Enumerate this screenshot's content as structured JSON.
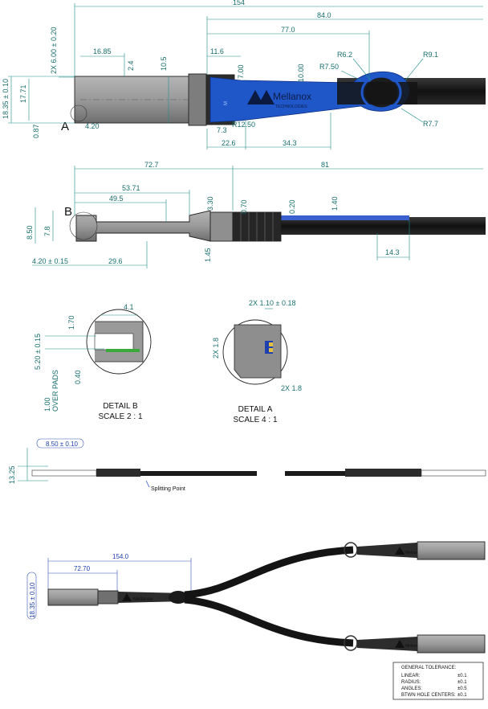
{
  "top_view": {
    "dims": {
      "overall": "154",
      "d84": "84.0",
      "d77": "77.0",
      "pitch": "2X 6.00 ± 0.20",
      "d16_85": "16.85",
      "d2_4": "2.4",
      "d10_5": "10.5",
      "d11_6": "11.6",
      "d7_00": "7.00",
      "d10_00": "10.00",
      "r6_2": "R6.2",
      "r9_1": "R9.1",
      "r7_50": "R7.50",
      "height": "18.35 ± 0.10",
      "d17_71": "17.71",
      "d0_87": "0.87",
      "d4_20": "4.20",
      "d7_3": "7.3",
      "r12_50": "R12.50",
      "r7_7": "R7.7",
      "d22_6": "22.6",
      "d34_3": "34.3"
    },
    "detail_label": "A"
  },
  "side_view": {
    "dims": {
      "d72_7": "72.7",
      "d81": "81",
      "d53_71": "53.71",
      "d49_5": "49.5",
      "d3_30": "3.30",
      "d0_70": "0.70",
      "d0_20": "0.20",
      "d1_40": "1.40",
      "d8_50": "8.50",
      "d7_8": "7.8",
      "d1_45": "1.45",
      "d4_20": "4.20 ± 0.15",
      "d29_6": "29.6",
      "d14_3": "14.3"
    },
    "detail_label": "B"
  },
  "logo": {
    "brand": "Mellanox",
    "sub": "TECHNOLOGIES"
  },
  "detail_b": {
    "dims": {
      "d4_1": "4.1",
      "d1_70": "1.70",
      "d5_20": "5.20 ± 0.15",
      "d0_40": "0.40",
      "d1_00": "1.00",
      "over_pads": "OVER PADS"
    },
    "title": "DETAIL B",
    "scale": "SCALE 2 : 1"
  },
  "detail_a": {
    "dims": {
      "d1_10": "2X 1.10 ± 0.18",
      "d2x1_8_v": "2X 1.8",
      "d2x1_8_h": "2X 1.8"
    },
    "title": "DETAIL A",
    "scale": "SCALE 4 : 1"
  },
  "split_side": {
    "d8_50": "8.50 ± 0.10",
    "d13_25": "13.25",
    "splitting_point": "Splitting Point"
  },
  "split_top": {
    "d154": "154.0",
    "d72_70": "72.70",
    "d18_35": "18.35 ± 0.10"
  },
  "tolerance": {
    "title": "GENERAL TOLERANCE:",
    "rows": [
      {
        "label": "LINEAR:",
        "value": "±0.1"
      },
      {
        "label": "RADIUS:",
        "value": "±0.1"
      },
      {
        "label": "ANGLES:",
        "value": "±0.5"
      },
      {
        "label": "BTWN HOLE CENTERS:",
        "value": "±0.1"
      }
    ]
  },
  "colors": {
    "dimension": "#1e8c8c",
    "pull_tab": "#1f56c8",
    "housing": "#8a8a8a",
    "cable": "#141414"
  }
}
